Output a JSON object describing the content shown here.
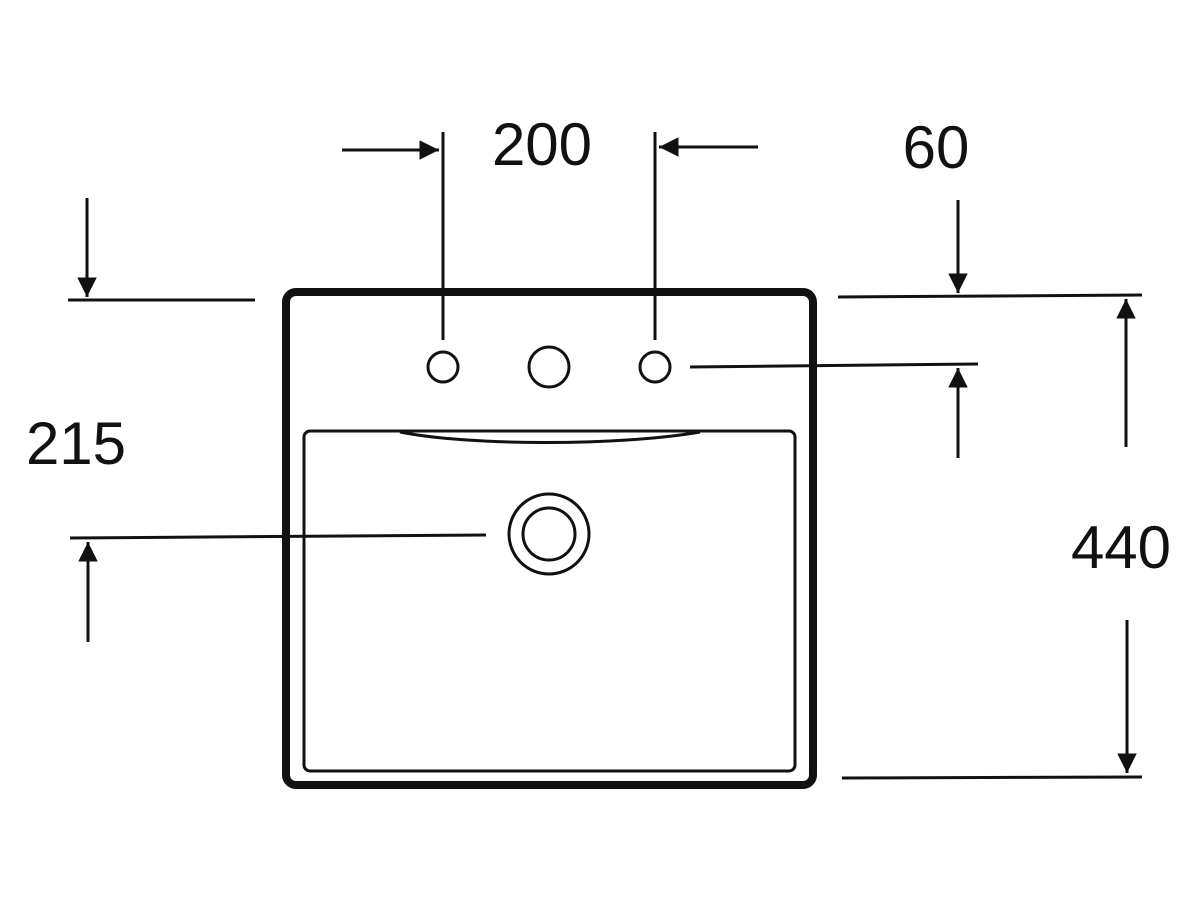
{
  "dimensions": {
    "tap_hole_spacing": "200",
    "tap_hole_offset": "60",
    "waste_height": "215",
    "total_depth": "440"
  },
  "colors": {
    "stroke": "#111111",
    "background": "#ffffff"
  }
}
